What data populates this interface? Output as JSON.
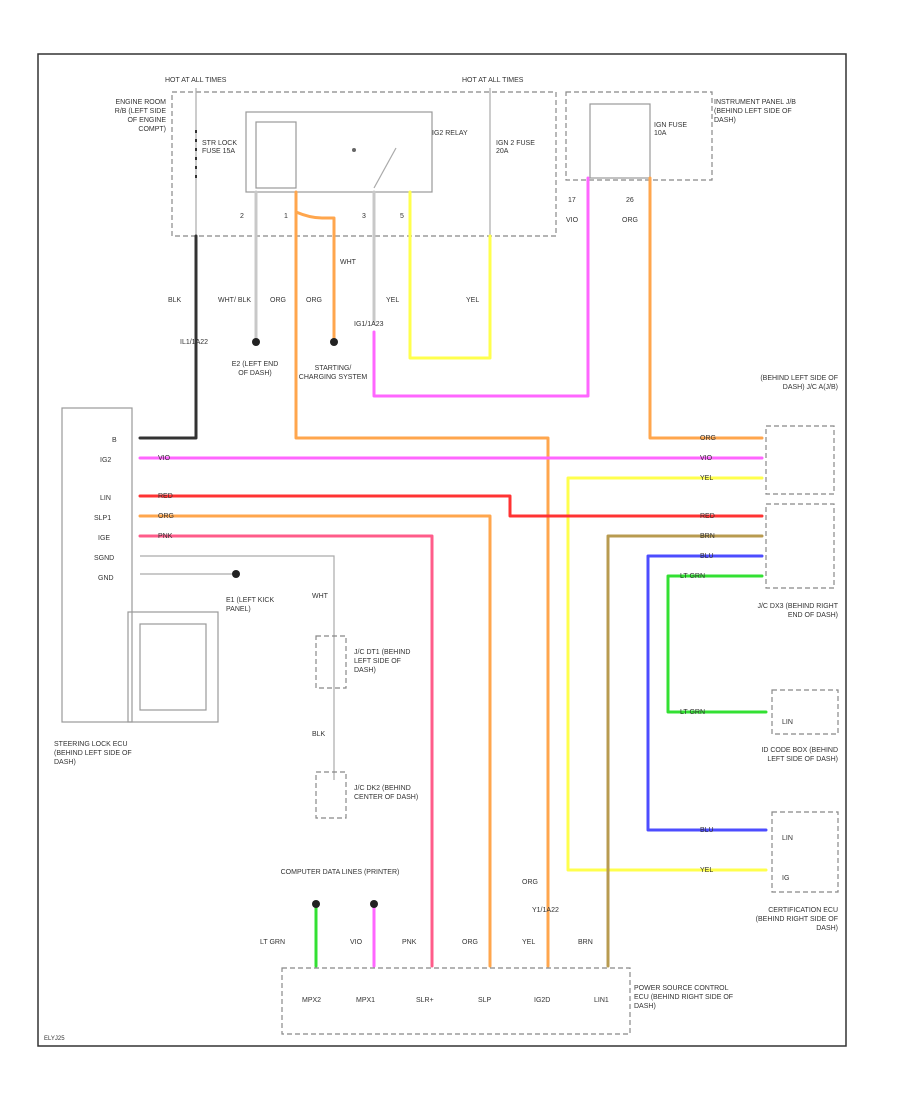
{
  "colors": {
    "BLK": "#333333",
    "WHT": "#c8c8c8",
    "ORG": "#ffa64d",
    "YEL": "#ffff4d",
    "VIO": "#ff66ff",
    "RED": "#ff3333",
    "PNK": "#ff5c8a",
    "BRN": "#b89b50",
    "BLU": "#4d4dff",
    "LT GRN": "#33e033"
  },
  "diagram_code": "ELYJ25",
  "hot_at_all_times_1": "HOT AT ALL TIMES",
  "hot_at_all_times_2": "HOT AT ALL TIMES",
  "engine_room_rb": "ENGINE ROOM R/B (LEFT SIDE OF ENGINE COMPT)",
  "instrument_panel_jb": "INSTRUMENT PANEL J/B (BEHIND LEFT SIDE OF DASH)",
  "fuses": {
    "str_lock": "STR LOCK FUSE 15A",
    "ig2_relay": "IG2 RELAY",
    "ign2": "IGN 2 FUSE 20A",
    "ign": "IGN FUSE 10A"
  },
  "pins": {
    "p2": "2",
    "p1": "1",
    "p3": "3",
    "p5": "5",
    "p17": "17",
    "p26": "26"
  },
  "wire_labels": {
    "blk": "BLK",
    "wht_blk": "WHT/ BLK",
    "org": "ORG",
    "yel": "YEL",
    "vio": "VIO",
    "wht": "WHT",
    "red": "RED",
    "pnk": "PNK",
    "brn": "BRN",
    "blu": "BLU",
    "lt_grn": "LT GRN"
  },
  "connectors": {
    "c1": "IL1/1A22",
    "c2": "IG1/1A23",
    "c3": "Y1/1A22"
  },
  "grounds": {
    "e2": "E2 (LEFT END OF DASH)",
    "e1": "E1 (LEFT KICK PANEL)",
    "starting": "STARTING/ CHARGING SYSTEM"
  },
  "steering_lock": {
    "name": "STEERING LOCK ECU (BEHIND LEFT SIDE OF DASH)",
    "pins": [
      "B",
      "IG2",
      "LIN",
      "SLP1",
      "IGE",
      "SGND",
      "GND"
    ]
  },
  "jc_a": "(BEHIND LEFT SIDE OF DASH) J/C A(J/B)",
  "jc_dx3": "J/C DX3 (BEHIND RIGHT END OF DASH)",
  "jc_dt1": "J/C DT1 (BEHIND LEFT SIDE OF DASH)",
  "jc_dk2": "J/C DK2 (BEHIND CENTER OF DASH)",
  "id_code_box": "ID CODE BOX (BEHIND LEFT SIDE OF DASH)",
  "id_code_pin": "LIN",
  "cert_ecu": "CERTIFICATION ECU (BEHIND RIGHT SIDE OF DASH)",
  "cert_pins": [
    "LIN",
    "IG"
  ],
  "computer_data": "COMPUTER DATA LINES (PRINTER)",
  "power_ecu": {
    "name": "POWER SOURCE CONTROL ECU (BEHIND RIGHT SIDE OF DASH)",
    "pins": [
      "MPX2",
      "MPX1",
      "SLR+",
      "SLP",
      "IG2D",
      "LIN1"
    ]
  }
}
